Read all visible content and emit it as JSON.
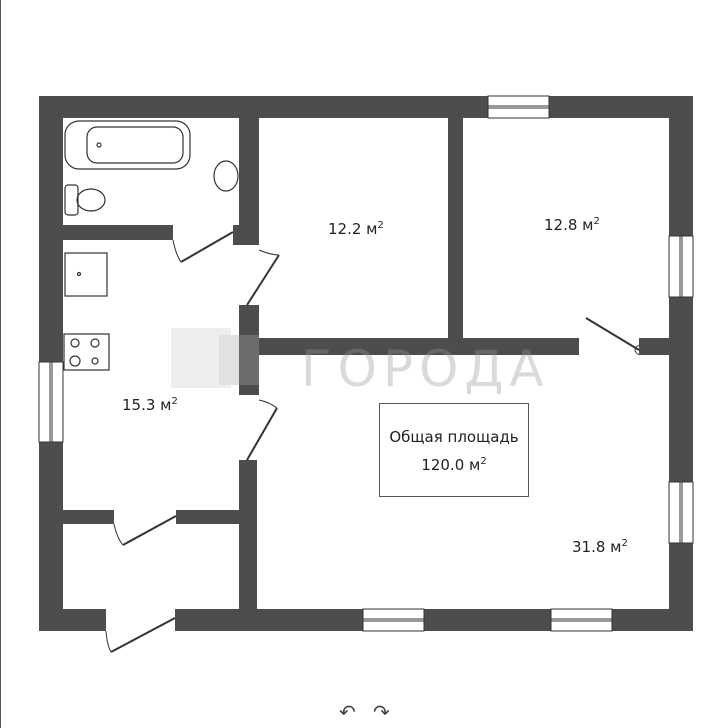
{
  "rooms": [
    {
      "name": "room-1",
      "area": "12.2 м",
      "sup": "2"
    },
    {
      "name": "room-2",
      "area": "12.8 м",
      "sup": "2"
    },
    {
      "name": "kitchen",
      "area": "15.3 м",
      "sup": "2"
    },
    {
      "name": "living-room",
      "area": "31.8 м",
      "sup": "2"
    }
  ],
  "total": {
    "label": "Общая площадь",
    "value": "120.0 м",
    "sup": "2"
  },
  "watermark": "ГОРОДА",
  "controls": {
    "rotate_left": "↶",
    "rotate_right": "↷"
  },
  "colors": {
    "wall": "#4d4d4d"
  }
}
